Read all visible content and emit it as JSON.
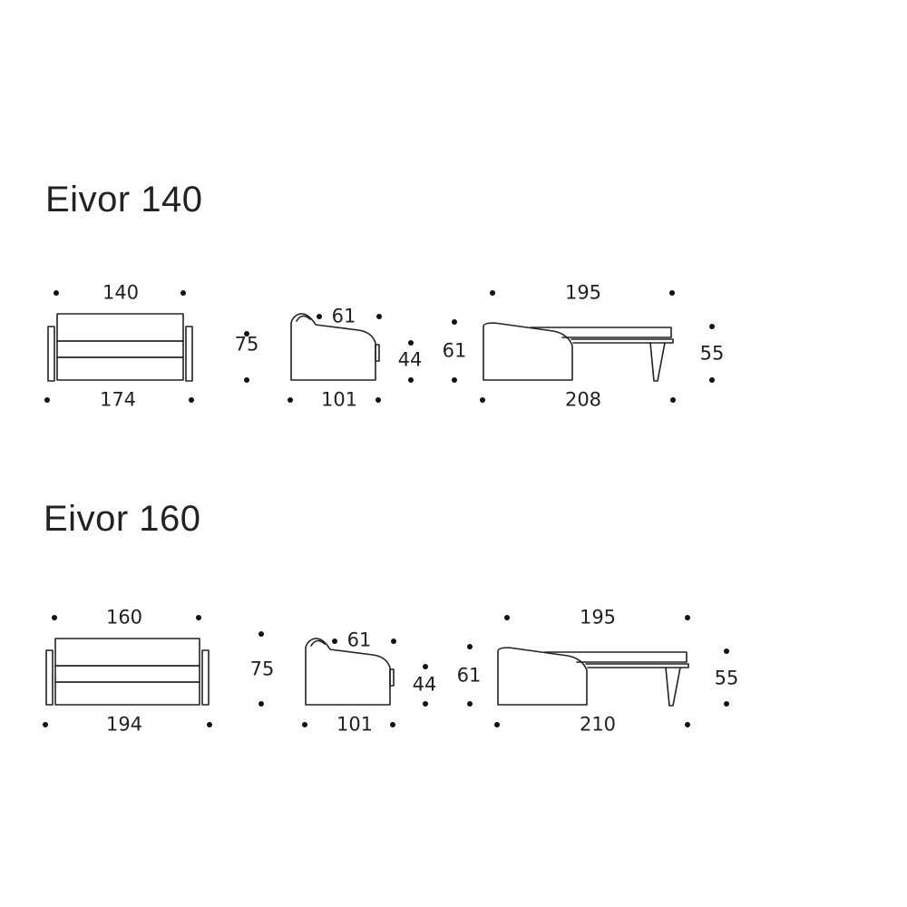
{
  "models": [
    {
      "title": "Eivor 140",
      "front": {
        "top_width": "140",
        "bottom_width": "174",
        "height": "75"
      },
      "side": {
        "depth_top": "61",
        "depth_bottom": "101",
        "seat_height": "44"
      },
      "bed": {
        "length_top": "195",
        "length_bottom": "208",
        "back_height": "61",
        "bed_height": "55"
      }
    },
    {
      "title": "Eivor 160",
      "front": {
        "top_width": "160",
        "bottom_width": "194",
        "height": "75"
      },
      "side": {
        "depth_top": "61",
        "depth_bottom": "101",
        "seat_height": "44"
      },
      "bed": {
        "length_top": "195",
        "length_bottom": "210",
        "back_height": "61",
        "bed_height": "55"
      }
    }
  ]
}
